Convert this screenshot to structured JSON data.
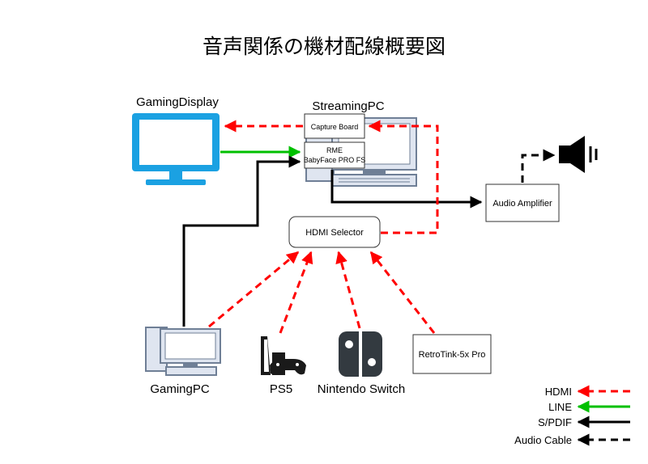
{
  "title": "音声関係の機材配線概要図",
  "nodes": {
    "gaming_display": "GamingDisplay",
    "streaming_pc": "StreamingPC",
    "capture_board": "Capture Board",
    "rme_line1": "RME",
    "rme_line2": "BabyFace PRO FS",
    "audio_amplifier": "Audio Amplifier",
    "hdmi_selector": "HDMI Selector",
    "gaming_pc": "GamingPC",
    "ps5": "PS5",
    "nintendo_switch": "Nintendo Switch",
    "retrotink": "RetroTink-5x Pro"
  },
  "legend": {
    "hdmi": "HDMI",
    "line": "LINE",
    "spdif": "S/PDIF",
    "audio_cable": "Audio Cable"
  },
  "colors": {
    "hdmi": "#ff0000",
    "line": "#00c000",
    "spdif": "#000000",
    "audio_cable": "#000000",
    "monitor_blue": "#1ba1e2",
    "device_gray": "#6f7f96",
    "device_fill": "#dfe5f0"
  },
  "icons": {
    "gaming_display": "monitor-icon",
    "streaming_pc": "desktop-pc-icon",
    "gaming_pc": "desktop-pc-icon",
    "speaker": "speaker-icon",
    "ps5": "ps5-console-icon",
    "switch": "nintendo-switch-icon"
  }
}
